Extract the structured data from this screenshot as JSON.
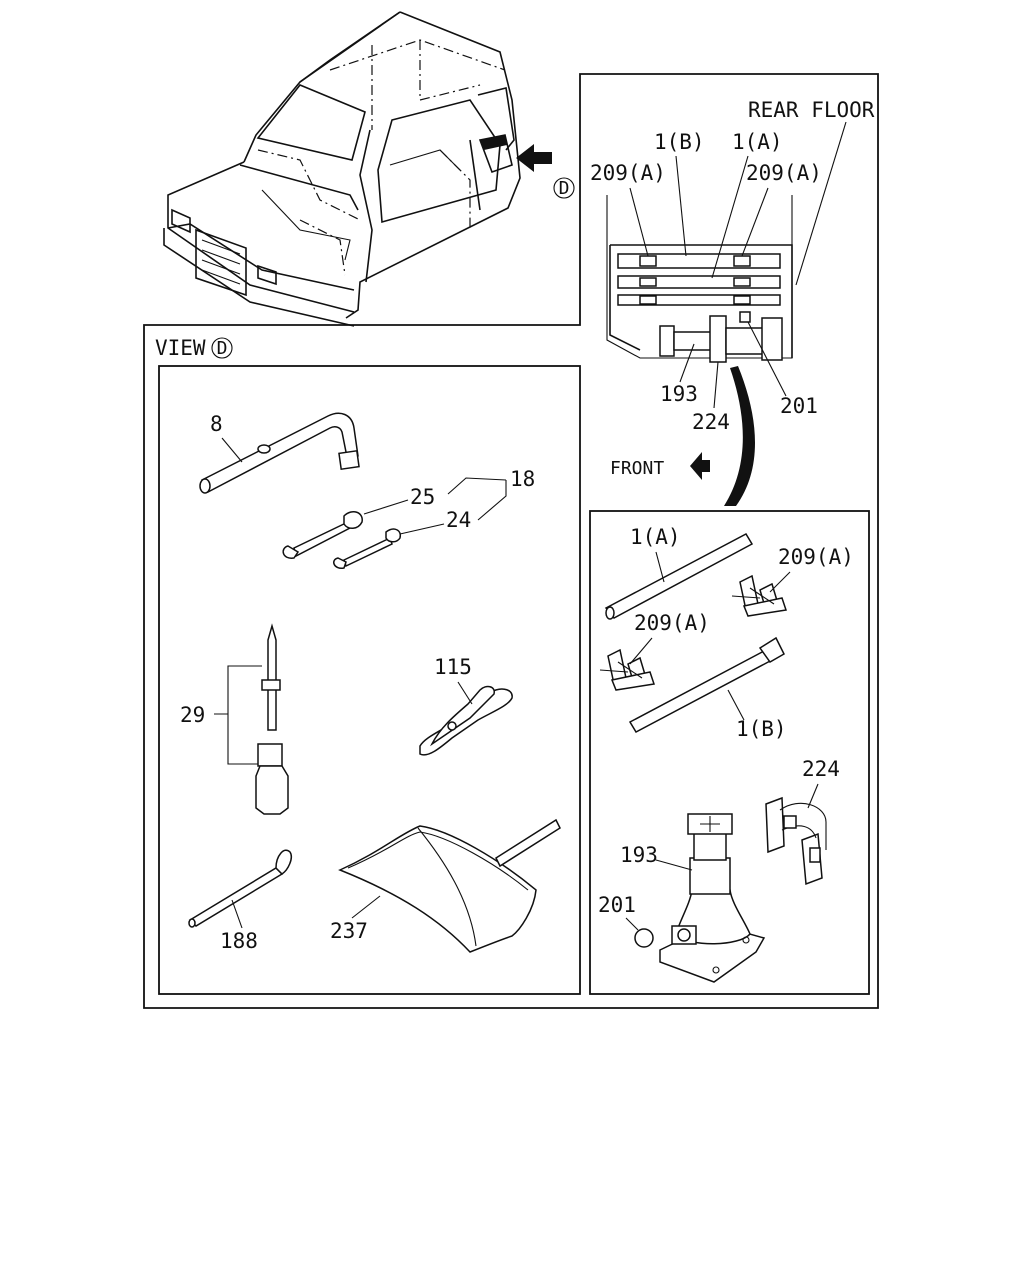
{
  "diagram": {
    "section_headers": {
      "rear_floor": "REAR FLOOR",
      "view": "VIEW",
      "view_marker": "D",
      "front": "FRONT"
    },
    "callouts": {
      "location_marker": "D",
      "top": {
        "p1b": "1(B)",
        "p1a": "1(A)",
        "p209a_left": "209(A)",
        "p209a_right": "209(A)",
        "p193": "193",
        "p224": "224",
        "p201": "201"
      },
      "tools": {
        "p8": "8",
        "p25": "25",
        "p18": "18",
        "p24": "24",
        "p29": "29",
        "p115": "115",
        "p188": "188",
        "p237": "237"
      },
      "detail": {
        "p1a": "1(A)",
        "p209a_a": "209(A)",
        "p209a_b": "209(A)",
        "p1b": "1(B)",
        "p224": "224",
        "p193": "193",
        "p201": "201"
      }
    }
  }
}
